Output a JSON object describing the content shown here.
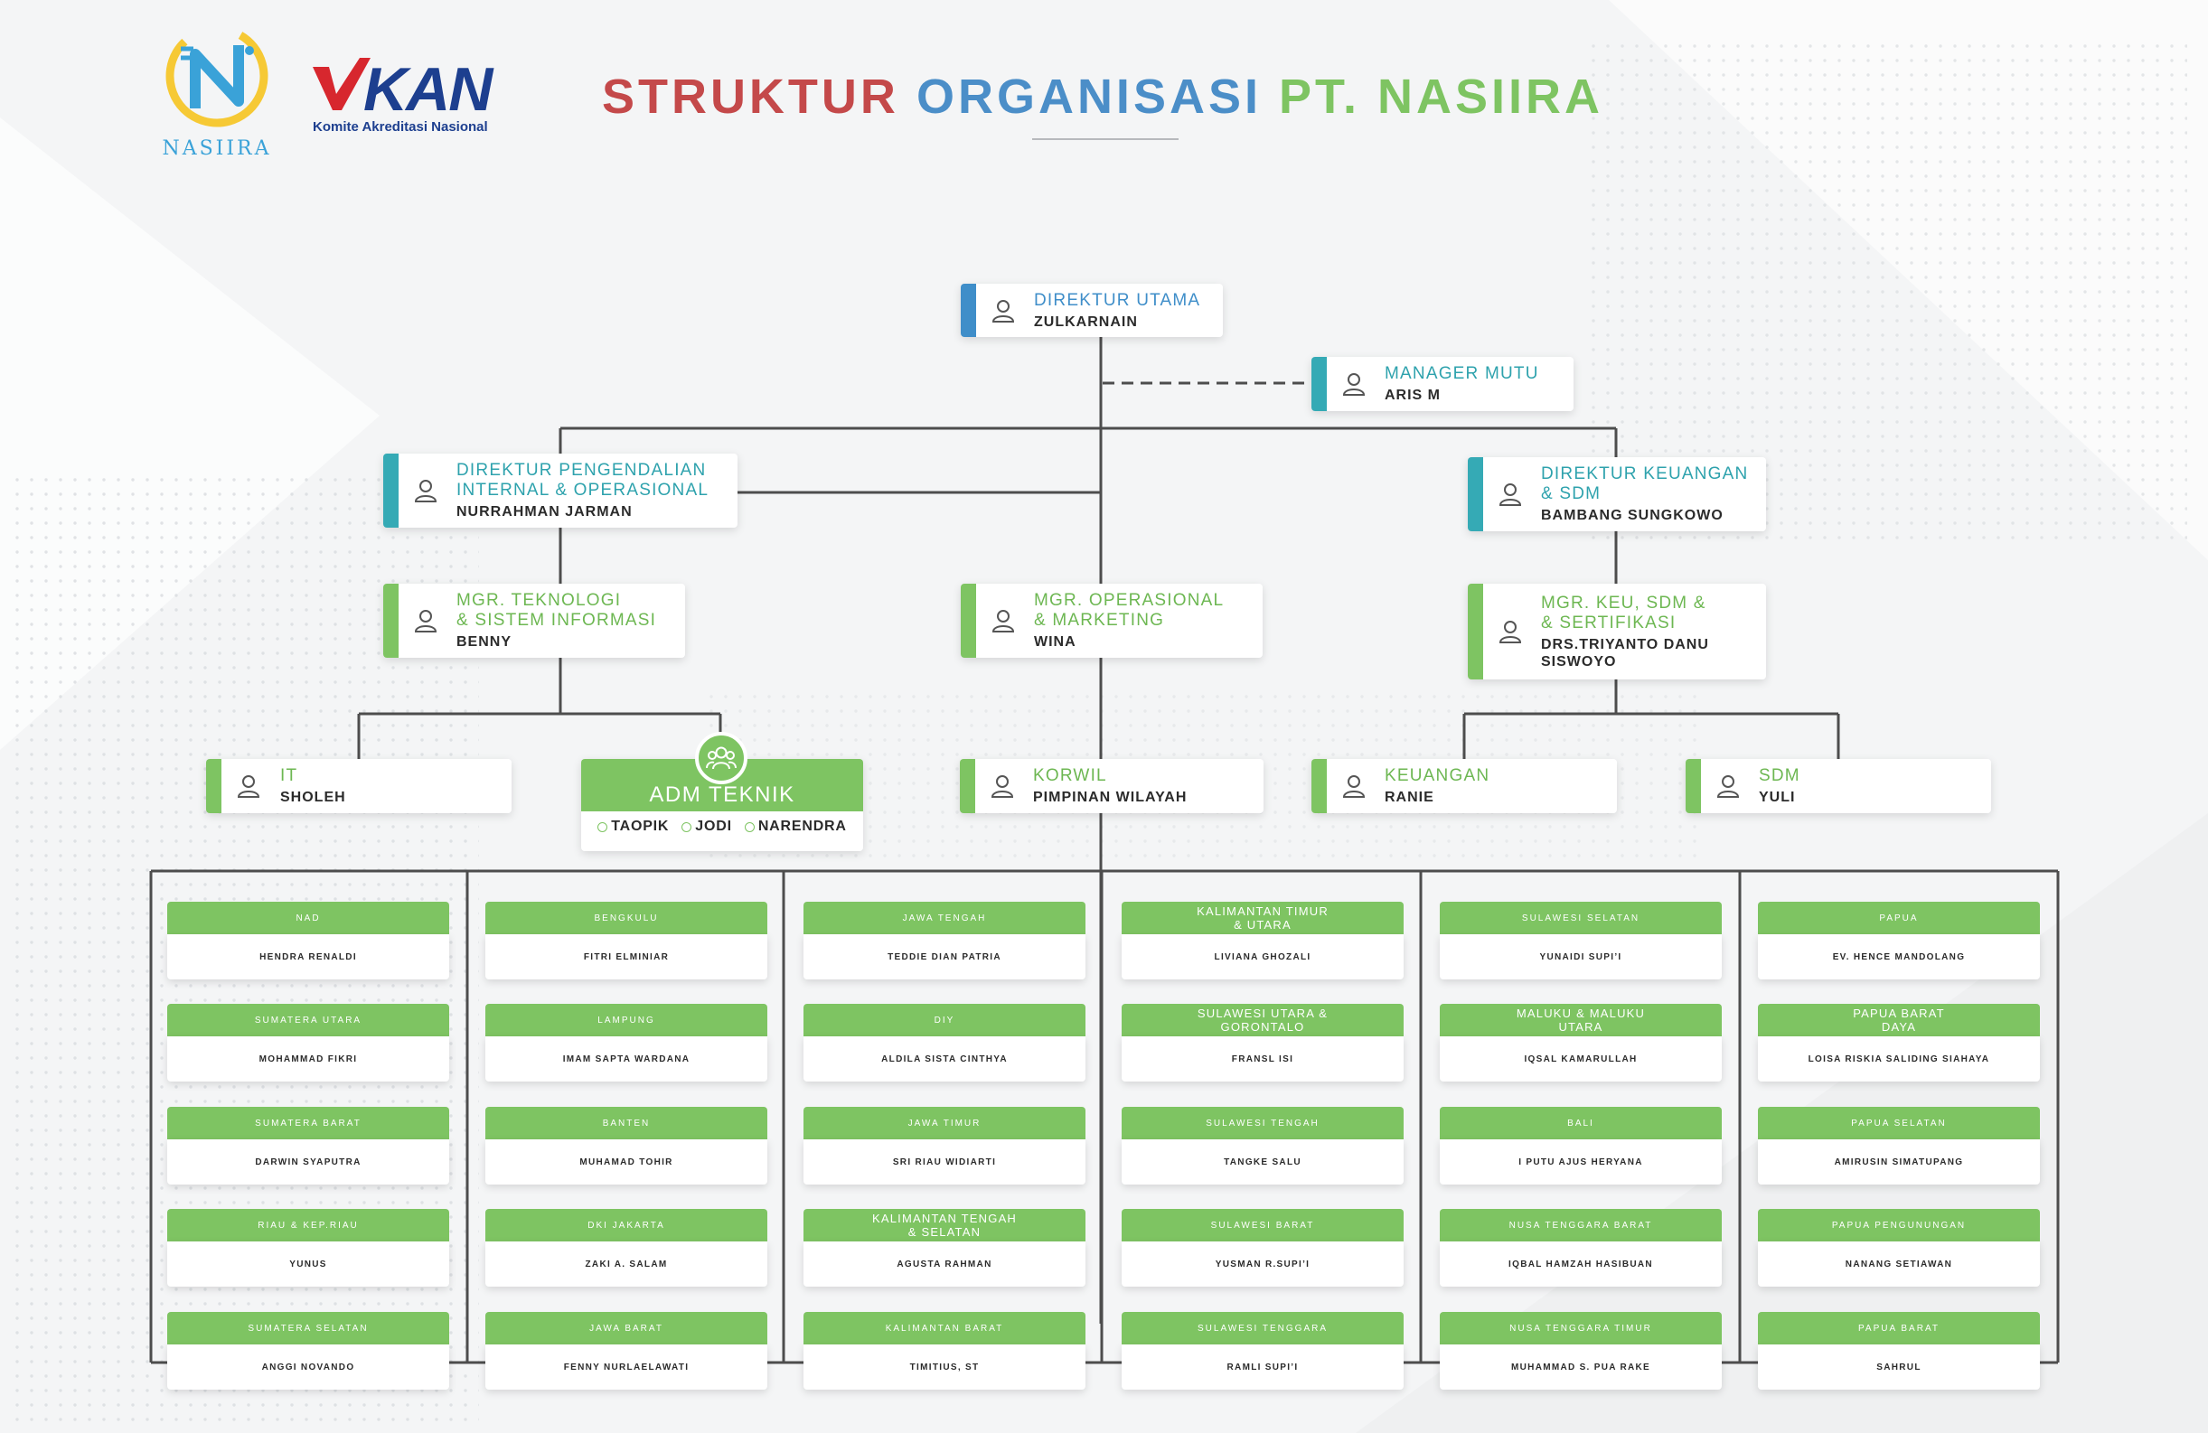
{
  "logos": {
    "nasiira_wordmark": "NASIIRA",
    "kan_mark": "KAN",
    "kan_subtitle": "Komite Akreditasi Nasional"
  },
  "title": {
    "part1": "STRUKTUR",
    "part2": "ORGANISASI",
    "part3": "PT. NASIIRA"
  },
  "colors": {
    "red": "#c4494a",
    "blue": "#3f8ec9",
    "teal": "#35aab5",
    "green": "#7ec462"
  },
  "positions": {
    "direktur_utama": {
      "role": "DIREKTUR UTAMA",
      "name": "ZULKARNAIN"
    },
    "manager_mutu": {
      "role": "MANAGER MUTU",
      "name": "ARIS M"
    },
    "direktur_pio": {
      "role": "DIREKTUR PENGENDALIAN\nINTERNAL & OPERASIONAL",
      "name": "NURRAHMAN JARMAN"
    },
    "direktur_keu": {
      "role": "DIREKTUR KEUANGAN\n& SDM",
      "name": "BAMBANG SUNGKOWO"
    },
    "mgr_tsi": {
      "role": "MGR. TEKNOLOGI\n& SISTEM INFORMASI",
      "name": "BENNY"
    },
    "mgr_ops": {
      "role": "MGR. OPERASIONAL\n& MARKETING",
      "name": "WINA"
    },
    "mgr_keu": {
      "role": "MGR. KEU, SDM &\n& SERTIFIKASI",
      "name": "DRS.TRIYANTO DANU\nSISWOYO"
    },
    "it": {
      "role": "IT",
      "name": "SHOLEH"
    },
    "korwil": {
      "role": "KORWIL",
      "name": "PIMPINAN WILAYAH"
    },
    "keuangan": {
      "role": "KEUANGAN",
      "name": "RANIE"
    },
    "sdm": {
      "role": "SDM",
      "name": "YULI"
    }
  },
  "adm_teknik": {
    "title": "ADM TEKNIK",
    "members": [
      "TAOPIK",
      "JODI",
      "NARENDRA"
    ]
  },
  "regions": [
    [
      {
        "region": "NAD",
        "name": "HENDRA RENALDI"
      },
      {
        "region": "SUMATERA UTARA",
        "name": "MOHAMMAD FIKRI"
      },
      {
        "region": "SUMATERA BARAT",
        "name": "DARWIN SYAPUTRA"
      },
      {
        "region": "RIAU & KEP.RIAU",
        "name": "YUNUS"
      },
      {
        "region": "SUMATERA SELATAN",
        "name": "ANGGI NOVANDO"
      }
    ],
    [
      {
        "region": "BENGKULU",
        "name": "FITRI ELMINIAR"
      },
      {
        "region": "LAMPUNG",
        "name": "IMAM SAPTA WARDANA"
      },
      {
        "region": "BANTEN",
        "name": "MUHAMAD TOHIR"
      },
      {
        "region": "DKI JAKARTA",
        "name": "ZAKI A. SALAM"
      },
      {
        "region": "JAWA BARAT",
        "name": "FENNY NURLAELAWATI"
      }
    ],
    [
      {
        "region": "JAWA TENGAH",
        "name": "TEDDIE DIAN PATRIA"
      },
      {
        "region": "DIY",
        "name": "ALDILA SISTA CINTHYA"
      },
      {
        "region": "JAWA TIMUR",
        "name": "SRI RIAU WIDIARTI"
      },
      {
        "region": "KALIMANTAN TENGAH\n& SELATAN",
        "name": "AGUSTA RAHMAN",
        "small": true
      },
      {
        "region": "KALIMANTAN BARAT",
        "name": "TIMITIUS, ST"
      }
    ],
    [
      {
        "region": "KALIMANTAN TIMUR\n& UTARA",
        "name": "LIVIANA GHOZALI",
        "small": true
      },
      {
        "region": "SULAWESI UTARA &\nGORONTALO",
        "name": "FRANSL ISI",
        "small": true
      },
      {
        "region": "SULAWESI TENGAH",
        "name": "TANGKE SALU"
      },
      {
        "region": "SULAWESI BARAT",
        "name": "YUSMAN R.SUPI’I"
      },
      {
        "region": "SULAWESI TENGGARA",
        "name": "RAMLI SUPI’I"
      }
    ],
    [
      {
        "region": "SULAWESI SELATAN",
        "name": "YUNAIDI SUPI’I"
      },
      {
        "region": "MALUKU & MALUKU\nUTARA",
        "name": "IQSAL KAMARULLAH",
        "small": true
      },
      {
        "region": "BALI",
        "name": "I PUTU AJUS HERYANA"
      },
      {
        "region": "NUSA TENGGARA BARAT",
        "name": "IQBAL HAMZAH HASIBUAN"
      },
      {
        "region": "NUSA TENGGARA TIMUR",
        "name": "MUHAMMAD S. PUA RAKE"
      }
    ],
    [
      {
        "region": "PAPUA",
        "name": "EV. HENCE MANDOLANG"
      },
      {
        "region": "PAPUA BARAT\nDAYA",
        "name": "LOISA RISKIA SALIDING SIAHAYA",
        "small": true
      },
      {
        "region": "PAPUA SELATAN",
        "name": "AMIRUSIN SIMATUPANG"
      },
      {
        "region": "PAPUA PENGUNUNGAN",
        "name": "NANANG SETIAWAN"
      },
      {
        "region": "PAPUA BARAT",
        "name": "SAHRUL"
      }
    ]
  ]
}
